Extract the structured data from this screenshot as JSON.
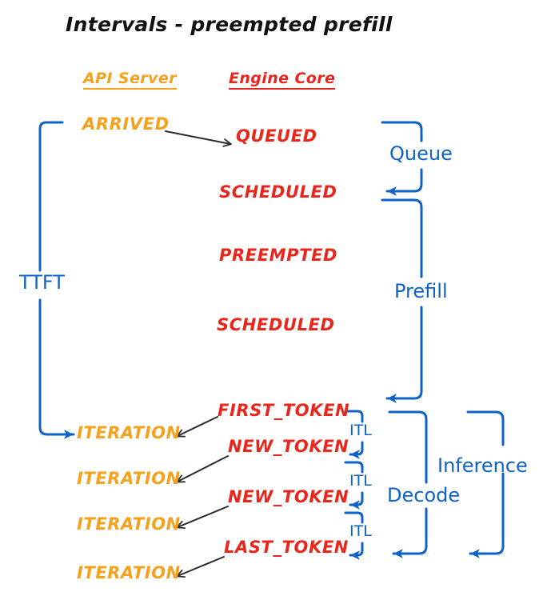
{
  "title": "Intervals - preempted prefill",
  "colors": {
    "orange": "#F5A11E",
    "red": "#E8261C",
    "blue": "#0F62C8",
    "black": "#2B2B2B",
    "background": "#FFFFFF"
  },
  "columns": [
    {
      "label": "API Server",
      "color": "#F5A11E"
    },
    {
      "label": "Engine Core",
      "color": "#E8261C"
    }
  ],
  "api_server_events": [
    {
      "label": "ARRIVED"
    },
    {
      "label": "ITERATION"
    },
    {
      "label": "ITERATION"
    },
    {
      "label": "ITERATION"
    },
    {
      "label": "ITERATION"
    }
  ],
  "engine_core_events": [
    {
      "label": "QUEUED"
    },
    {
      "label": "SCHEDULED"
    },
    {
      "label": "PREEMPTED"
    },
    {
      "label": "SCHEDULED"
    },
    {
      "label": "FIRST_TOKEN"
    },
    {
      "label": "NEW_TOKEN"
    },
    {
      "label": "NEW_TOKEN"
    },
    {
      "label": "LAST_TOKEN"
    }
  ],
  "intervals": {
    "ttft": "TTFT",
    "queue": "Queue",
    "prefill": "Prefill",
    "decode": "Decode",
    "inference": "Inference",
    "itl": [
      "ITL",
      "ITL",
      "ITL"
    ]
  }
}
